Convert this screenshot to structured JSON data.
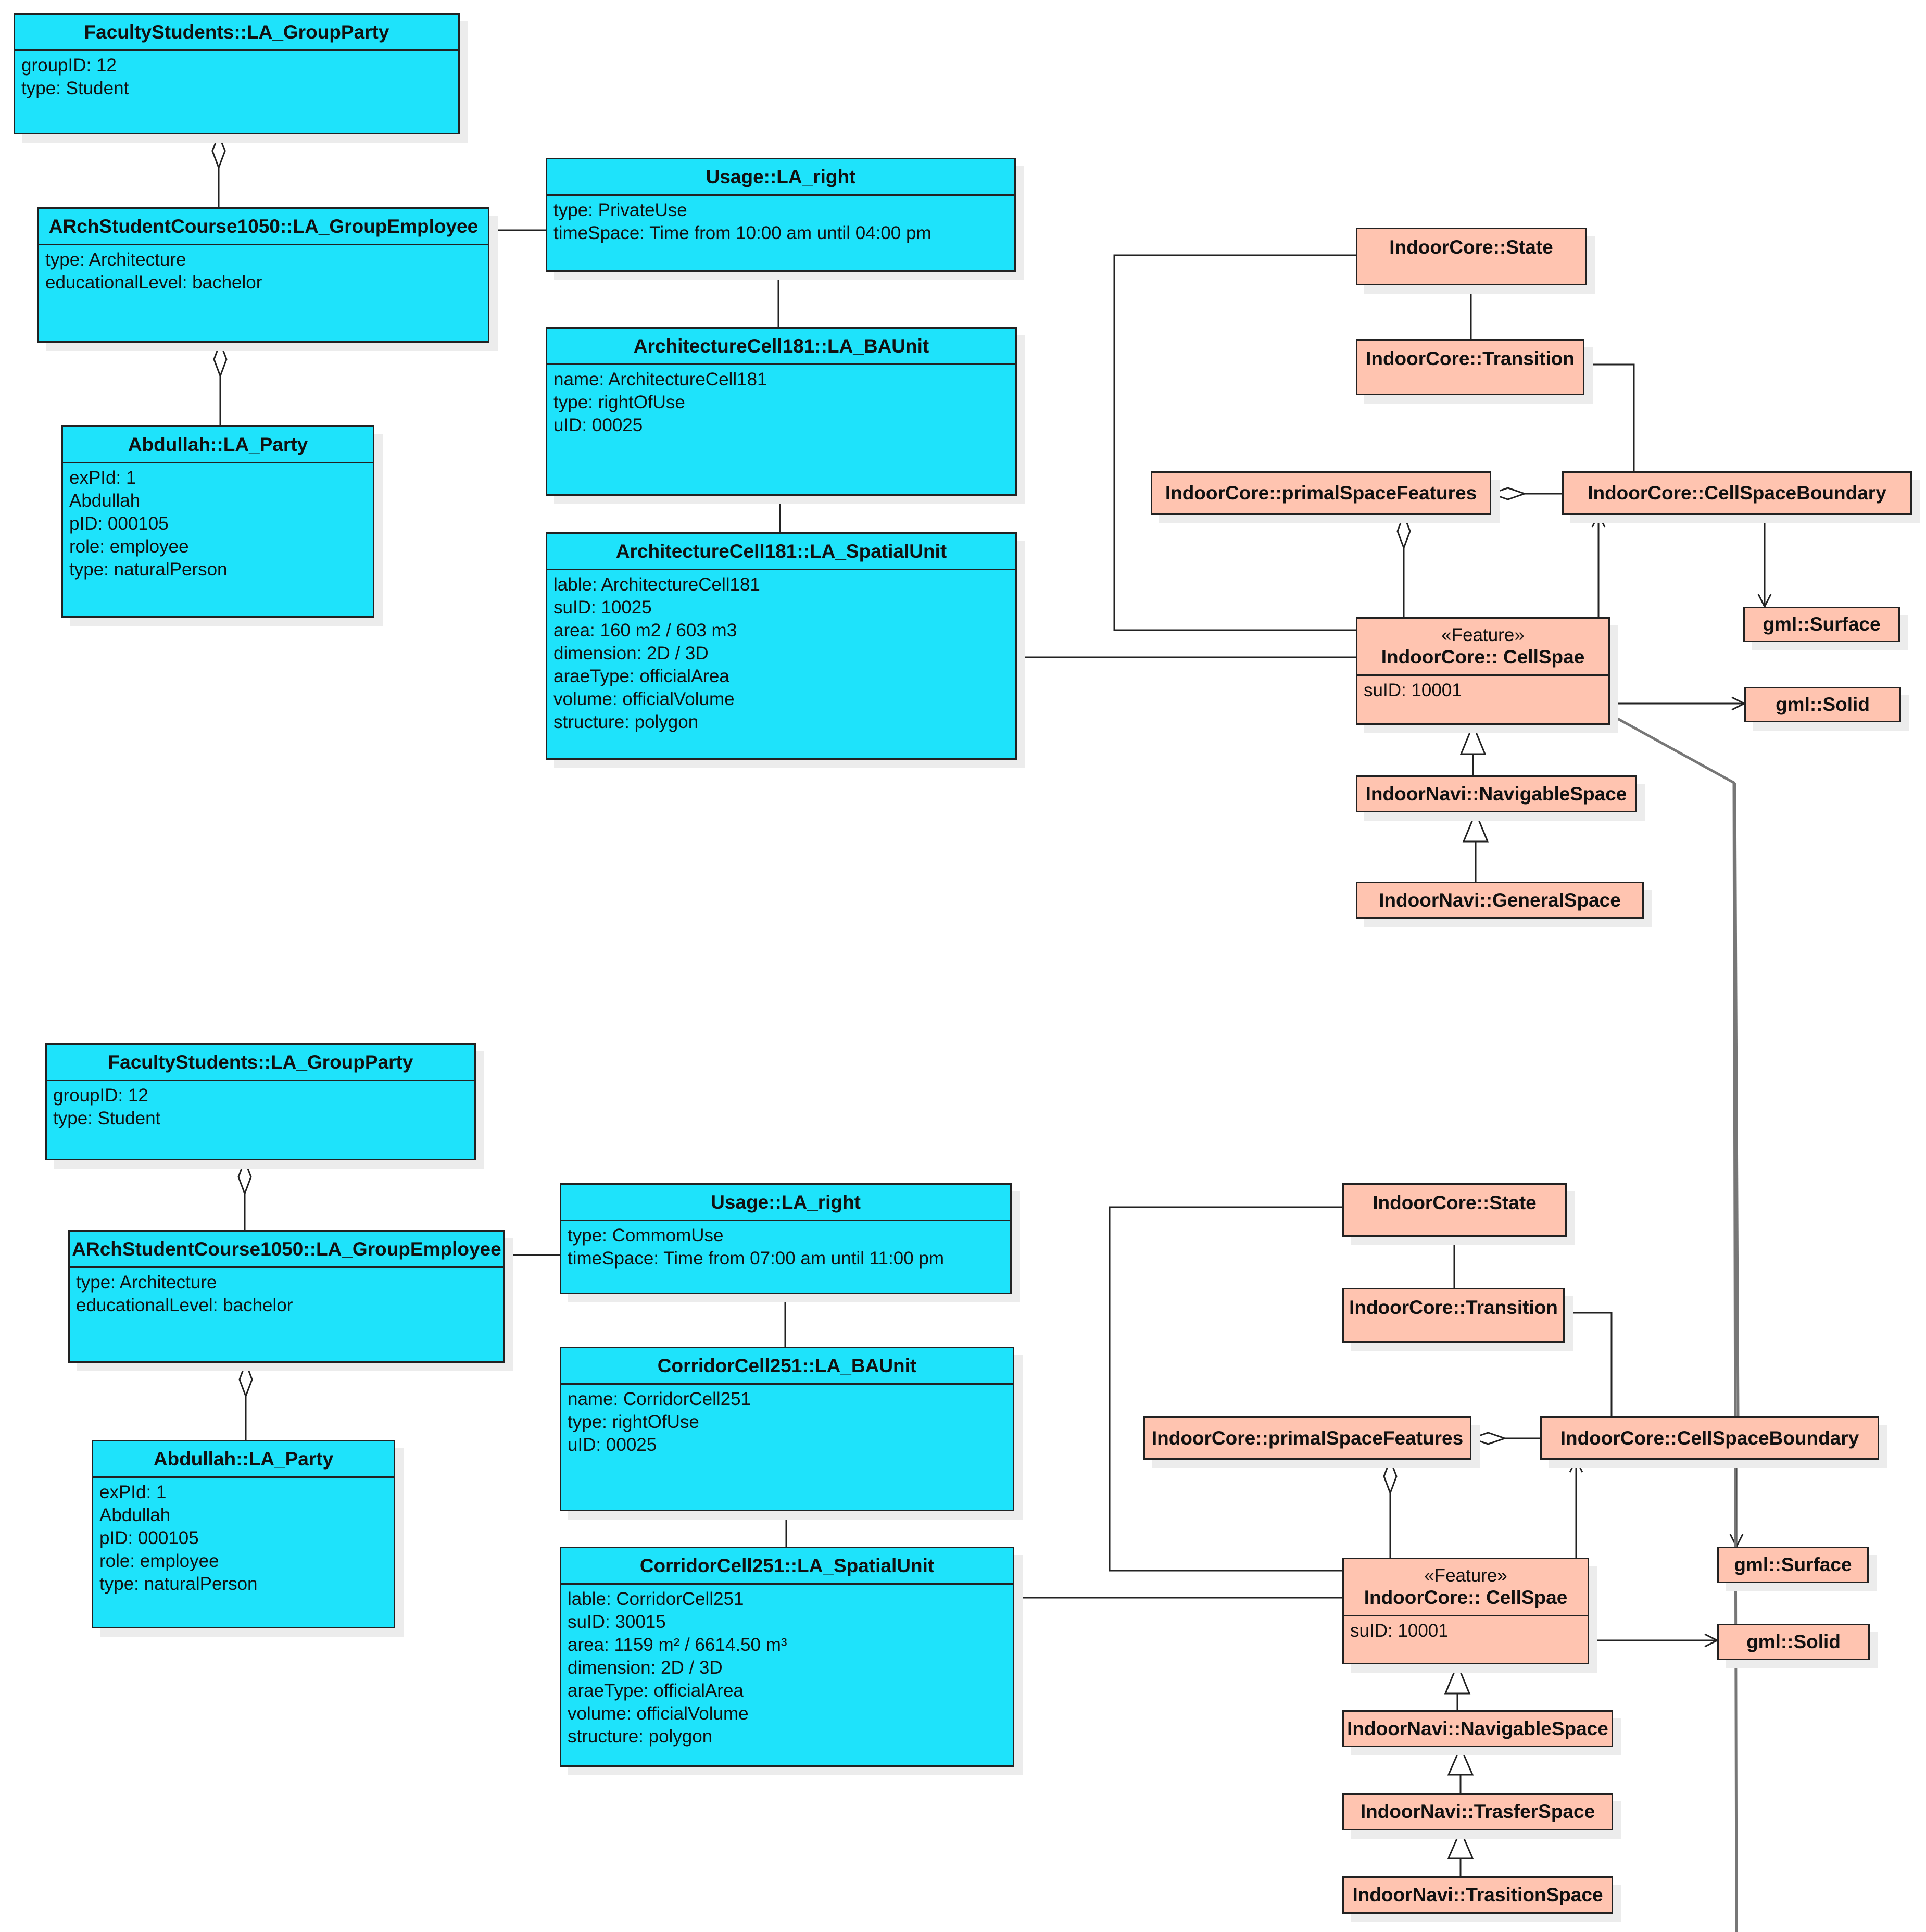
{
  "top": {
    "group_party": {
      "title": "FacultyStudents::LA_GroupParty",
      "attrs": [
        "groupID: 12",
        "type: Student"
      ]
    },
    "group_employee": {
      "title": "ARchStudentCourse1050::LA_GroupEmployee",
      "attrs": [
        "type: Architecture",
        "educationalLevel: bachelor"
      ]
    },
    "party": {
      "title": "Abdullah::LA_Party",
      "attrs": [
        "exPId: 1",
        "Abdullah",
        "pID: 000105",
        "role: employee",
        "type: naturalPerson"
      ]
    },
    "right": {
      "title": "Usage::LA_right",
      "attrs": [
        "type: PrivateUse",
        "timeSpace:  Time from 10:00 am until 04:00 pm"
      ]
    },
    "baunit": {
      "title": "ArchitectureCell181::LA_BAUnit",
      "attrs": [
        "name: ArchitectureCell181",
        "type: rightOfUse",
        "uID: 00025"
      ]
    },
    "spatial_unit": {
      "title": "ArchitectureCell181::LA_SpatialUnit",
      "attrs": [
        "lable: ArchitectureCell181",
        "suID: 10025",
        "area: 160 m2 / 603 m3",
        "dimension: 2D / 3D",
        "araeType: officialArea",
        "volume: officialVolume",
        "structure: polygon"
      ]
    },
    "state": {
      "title": "IndoorCore::State"
    },
    "transition": {
      "title": "IndoorCore::Transition"
    },
    "primal": {
      "title": "IndoorCore::primalSpaceFeatures"
    },
    "boundary": {
      "title": "IndoorCore::CellSpaceBoundary"
    },
    "surface": {
      "title": "gml::Surface"
    },
    "cellspace": {
      "stereotype": "«Feature»",
      "title": "IndoorCore:: CellSpae",
      "attrs": [
        "suID: 10001"
      ]
    },
    "solid": {
      "title": "gml::Solid"
    },
    "navigable": {
      "title": "IndoorNavi::NavigableSpace"
    },
    "general": {
      "title": "IndoorNavi::GeneralSpace"
    }
  },
  "bottom": {
    "group_party": {
      "title": "FacultyStudents::LA_GroupParty",
      "attrs": [
        "groupID: 12",
        "type: Student"
      ]
    },
    "group_employee": {
      "title": "ARchStudentCourse1050::LA_GroupEmployee",
      "attrs": [
        "type: Architecture",
        "educationalLevel: bachelor"
      ]
    },
    "party": {
      "title": "Abdullah::LA_Party",
      "attrs": [
        "exPId: 1",
        "Abdullah",
        "pID: 000105",
        "role: employee",
        "type: naturalPerson"
      ]
    },
    "right": {
      "title": "Usage::LA_right",
      "attrs": [
        "type: CommomUse",
        "timeSpace:  Time from 07:00 am until 11:00 pm"
      ]
    },
    "baunit": {
      "title": "CorridorCell251::LA_BAUnit",
      "attrs": [
        "name: CorridorCell251",
        "type: rightOfUse",
        "uID: 00025"
      ]
    },
    "spatial_unit": {
      "title": "CorridorCell251::LA_SpatialUnit",
      "attrs": [
        "lable: CorridorCell251",
        "suID: 30015",
        "area: 1159 m² / 6614.50 m³",
        "dimension: 2D / 3D",
        "araeType: officialArea",
        "volume: officialVolume",
        "structure: polygon"
      ]
    },
    "state": {
      "title": "IndoorCore::State"
    },
    "transition": {
      "title": "IndoorCore::Transition"
    },
    "primal": {
      "title": "IndoorCore::primalSpaceFeatures"
    },
    "boundary": {
      "title": "IndoorCore::CellSpaceBoundary"
    },
    "surface": {
      "title": "gml::Surface"
    },
    "cellspace": {
      "stereotype": "«Feature»",
      "title": "IndoorCore:: CellSpae",
      "attrs": [
        "suID: 10001"
      ]
    },
    "solid": {
      "title": "gml::Solid"
    },
    "navigable": {
      "title": "IndoorNavi::NavigableSpace"
    },
    "trasfer": {
      "title": "IndoorNavi::TrasferSpace"
    },
    "trasition": {
      "title": "IndoorNavi::TrasitionSpace"
    }
  },
  "colors": {
    "party_class": "#1ee3fb",
    "indoor_class": "#ffc4b0",
    "line": "#222222",
    "cross_link": "#777777"
  }
}
